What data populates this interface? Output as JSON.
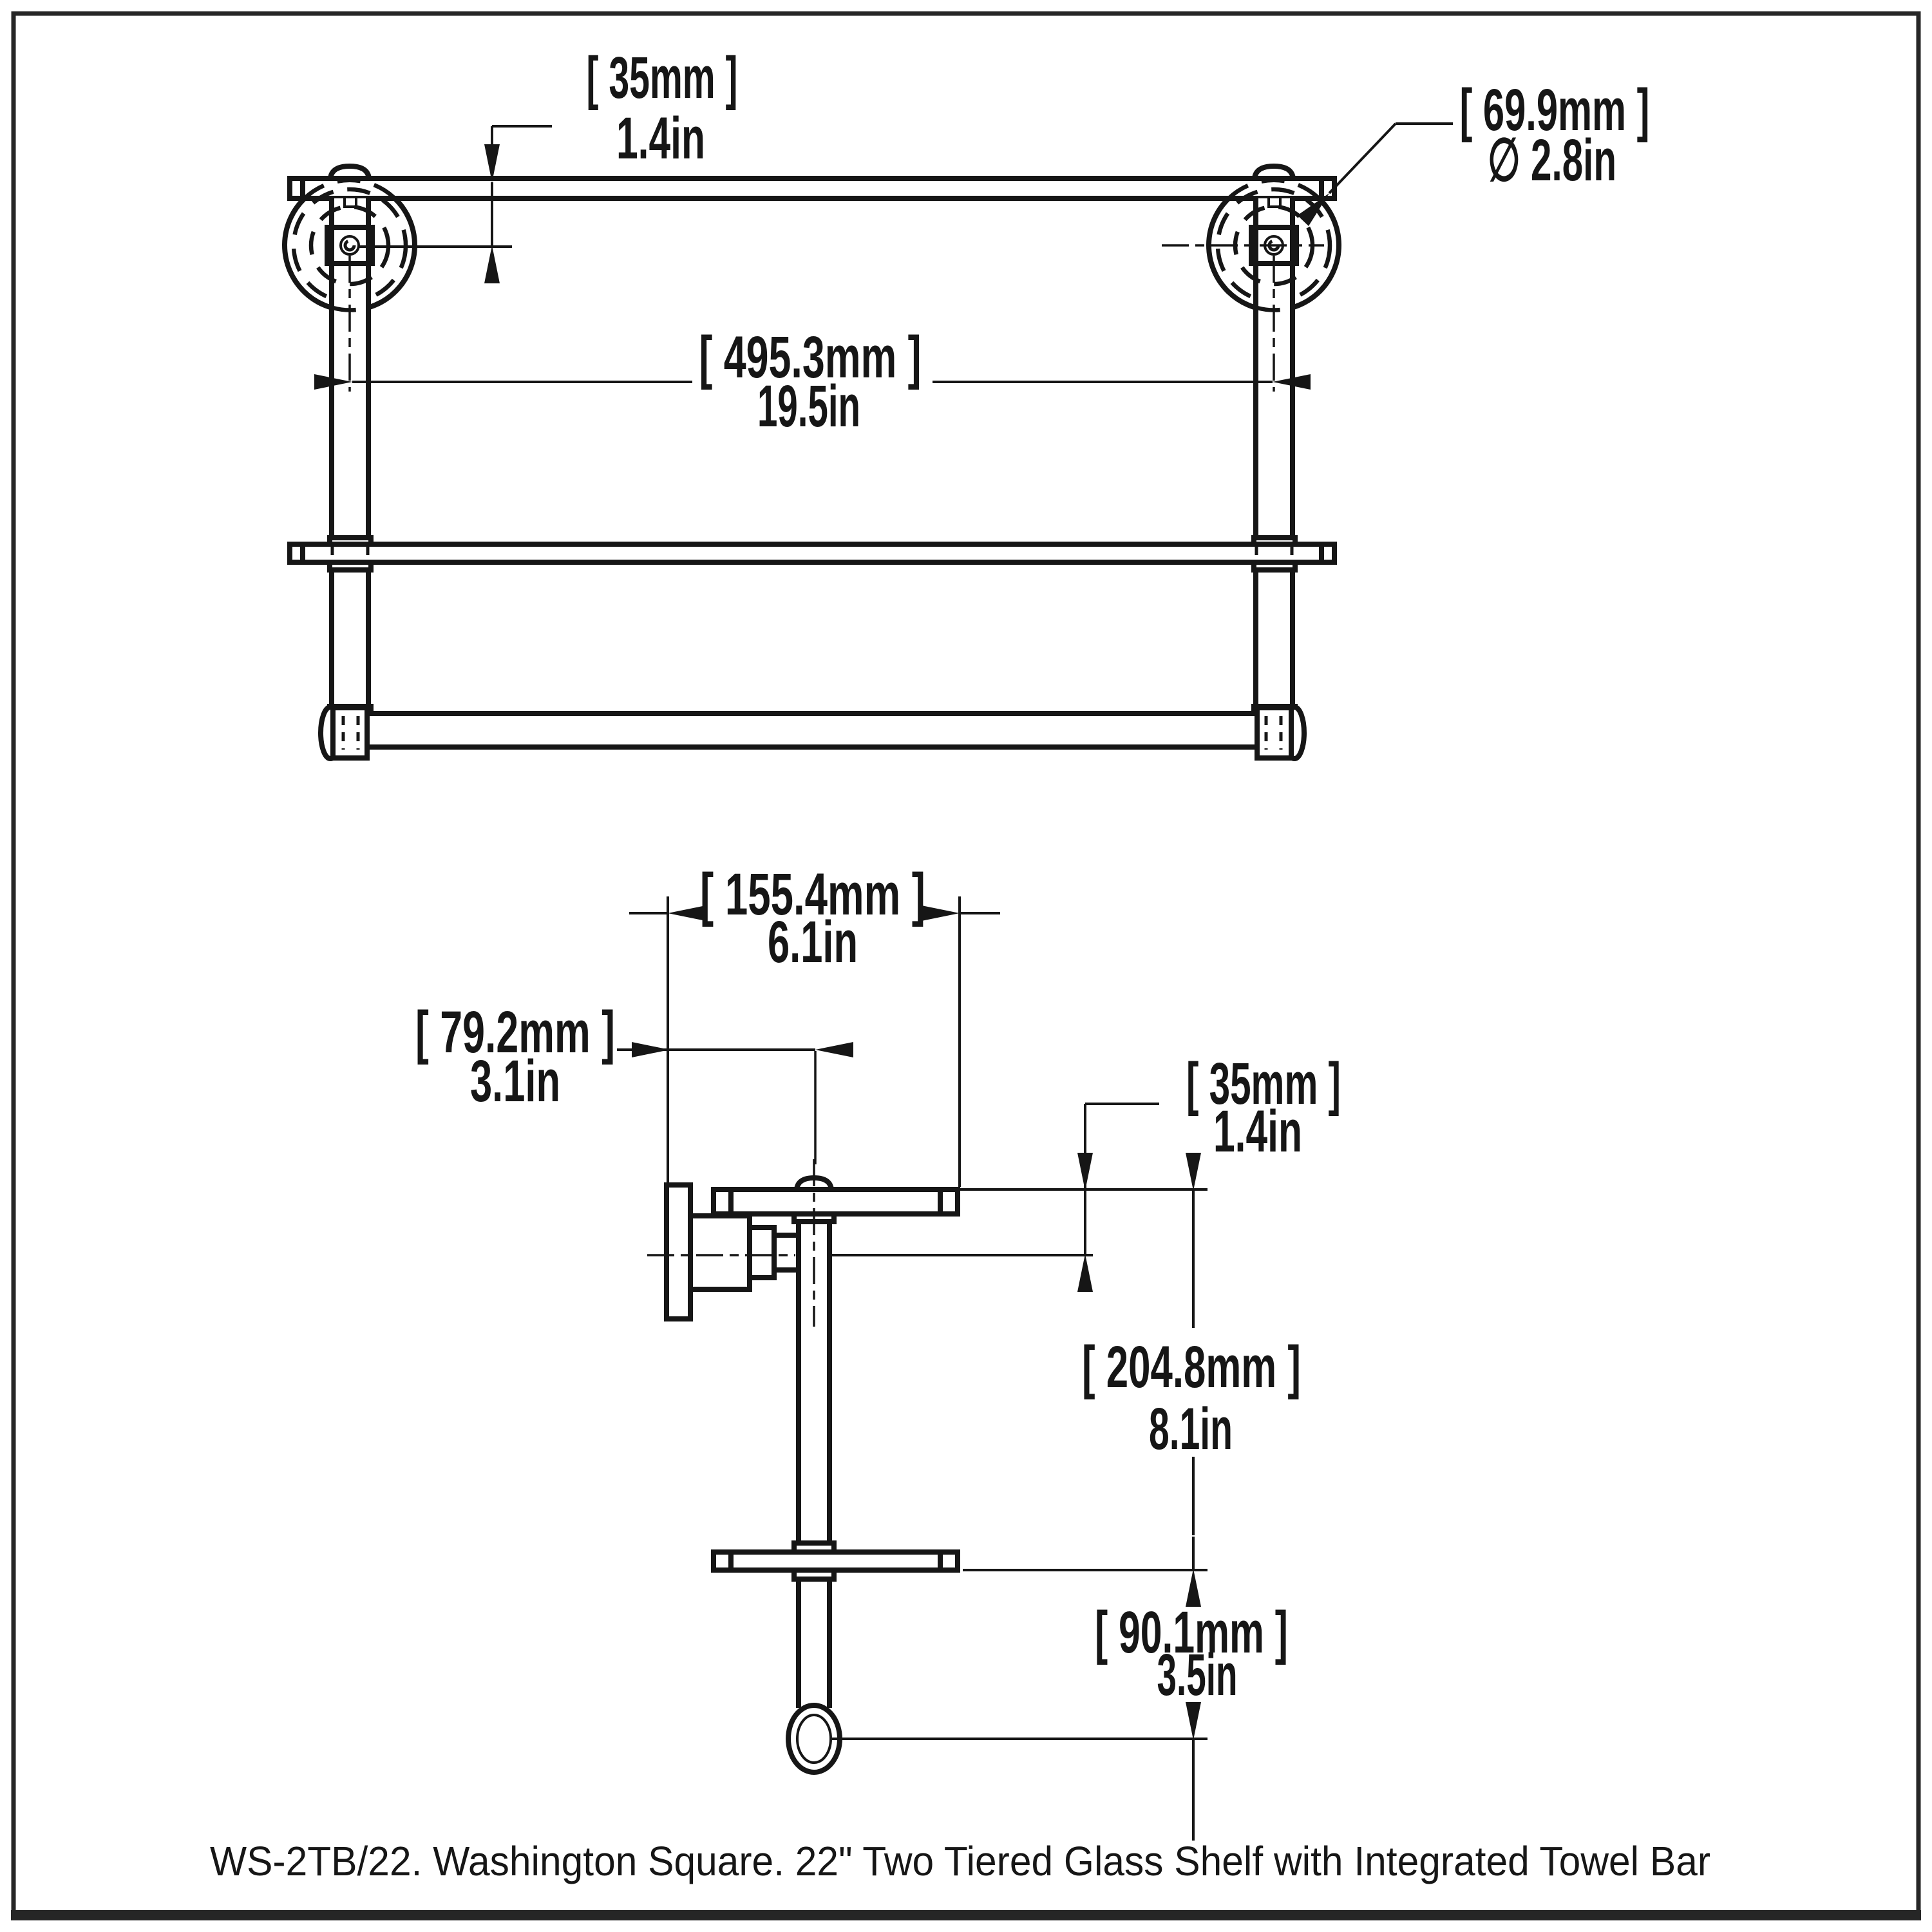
{
  "caption": "WS-2TB/22. Washington Square. 22\" Two Tiered Glass Shelf with Integrated Towel Bar",
  "front_view": {
    "shelf_to_center": {
      "mm": "[ 35mm ]",
      "inch": "1.4in"
    },
    "post_spacing": {
      "mm": "[ 495.3mm ]",
      "inch": "19.5in"
    },
    "flange_diameter": {
      "mm": "[ 69.9mm ]",
      "inch": "∅ 2.8in"
    }
  },
  "side_view": {
    "depth": {
      "mm": "[ 155.4mm ]",
      "inch": "6.1in"
    },
    "wall_to_post_center": {
      "mm": "[ 79.2mm ]",
      "inch": "3.1in"
    },
    "shelf_to_center": {
      "mm": "[ 35mm ]",
      "inch": "1.4in"
    },
    "tier_spacing": {
      "mm": "[ 204.8mm ]",
      "inch": "8.1in"
    },
    "shelf_to_towel_bar": {
      "mm": "[ 90.1mm ]",
      "inch": "3.5in"
    }
  },
  "colors": {
    "line": "#161616",
    "background": "#ffffff"
  }
}
